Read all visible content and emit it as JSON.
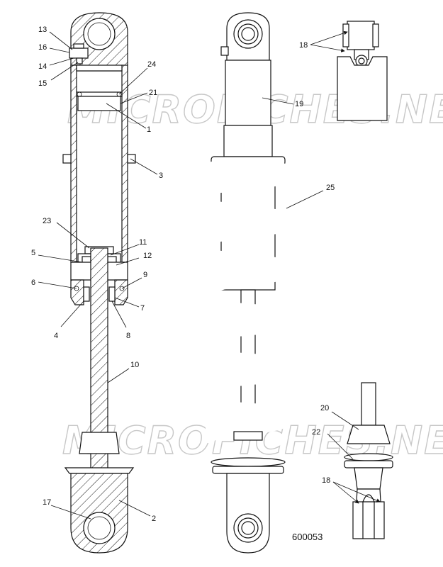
{
  "figure_number": "600053",
  "watermark": "MICROFICHES.NET",
  "callouts": [
    "1",
    "2",
    "3",
    "4",
    "5",
    "6",
    "7",
    "8",
    "9",
    "10",
    "11",
    "12",
    "13",
    "14",
    "15",
    "16",
    "17",
    "18",
    "19",
    "20",
    "21",
    "22",
    "23",
    "24",
    "25"
  ],
  "colors": {
    "line": "#111111",
    "watermark": "#b5b5b5",
    "background": "#ffffff"
  }
}
